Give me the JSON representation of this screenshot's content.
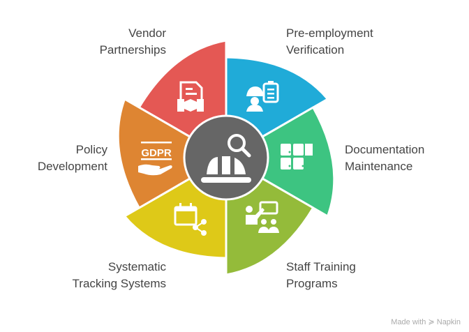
{
  "segments": [
    {
      "id": "vendor",
      "lines": [
        "Vendor",
        "Partnerships"
      ],
      "color": "#E45854",
      "icon": "handshake-contract-icon"
    },
    {
      "id": "preemployment",
      "lines": [
        "Pre-employment",
        "Verification"
      ],
      "color": "#20ABD8",
      "icon": "worker-checklist-icon"
    },
    {
      "id": "documentation",
      "lines": [
        "Documentation",
        "Maintenance"
      ],
      "color": "#3DC481",
      "icon": "filing-cabinet-icon"
    },
    {
      "id": "training",
      "lines": [
        "Staff Training",
        "Programs"
      ],
      "color": "#94BB3A",
      "icon": "presentation-icon"
    },
    {
      "id": "tracking",
      "lines": [
        "Systematic",
        "Tracking Systems"
      ],
      "color": "#DEC918",
      "icon": "calendar-share-icon"
    },
    {
      "id": "policy",
      "lines": [
        "Policy",
        "Development"
      ],
      "color": "#DE8532",
      "icon": "gdpr-hand-icon"
    }
  ],
  "center": {
    "color": "#666666",
    "icon": "hardhat-search-icon"
  },
  "gdpr_text": "GDPR",
  "footer": "Made with ≽ Napkin"
}
